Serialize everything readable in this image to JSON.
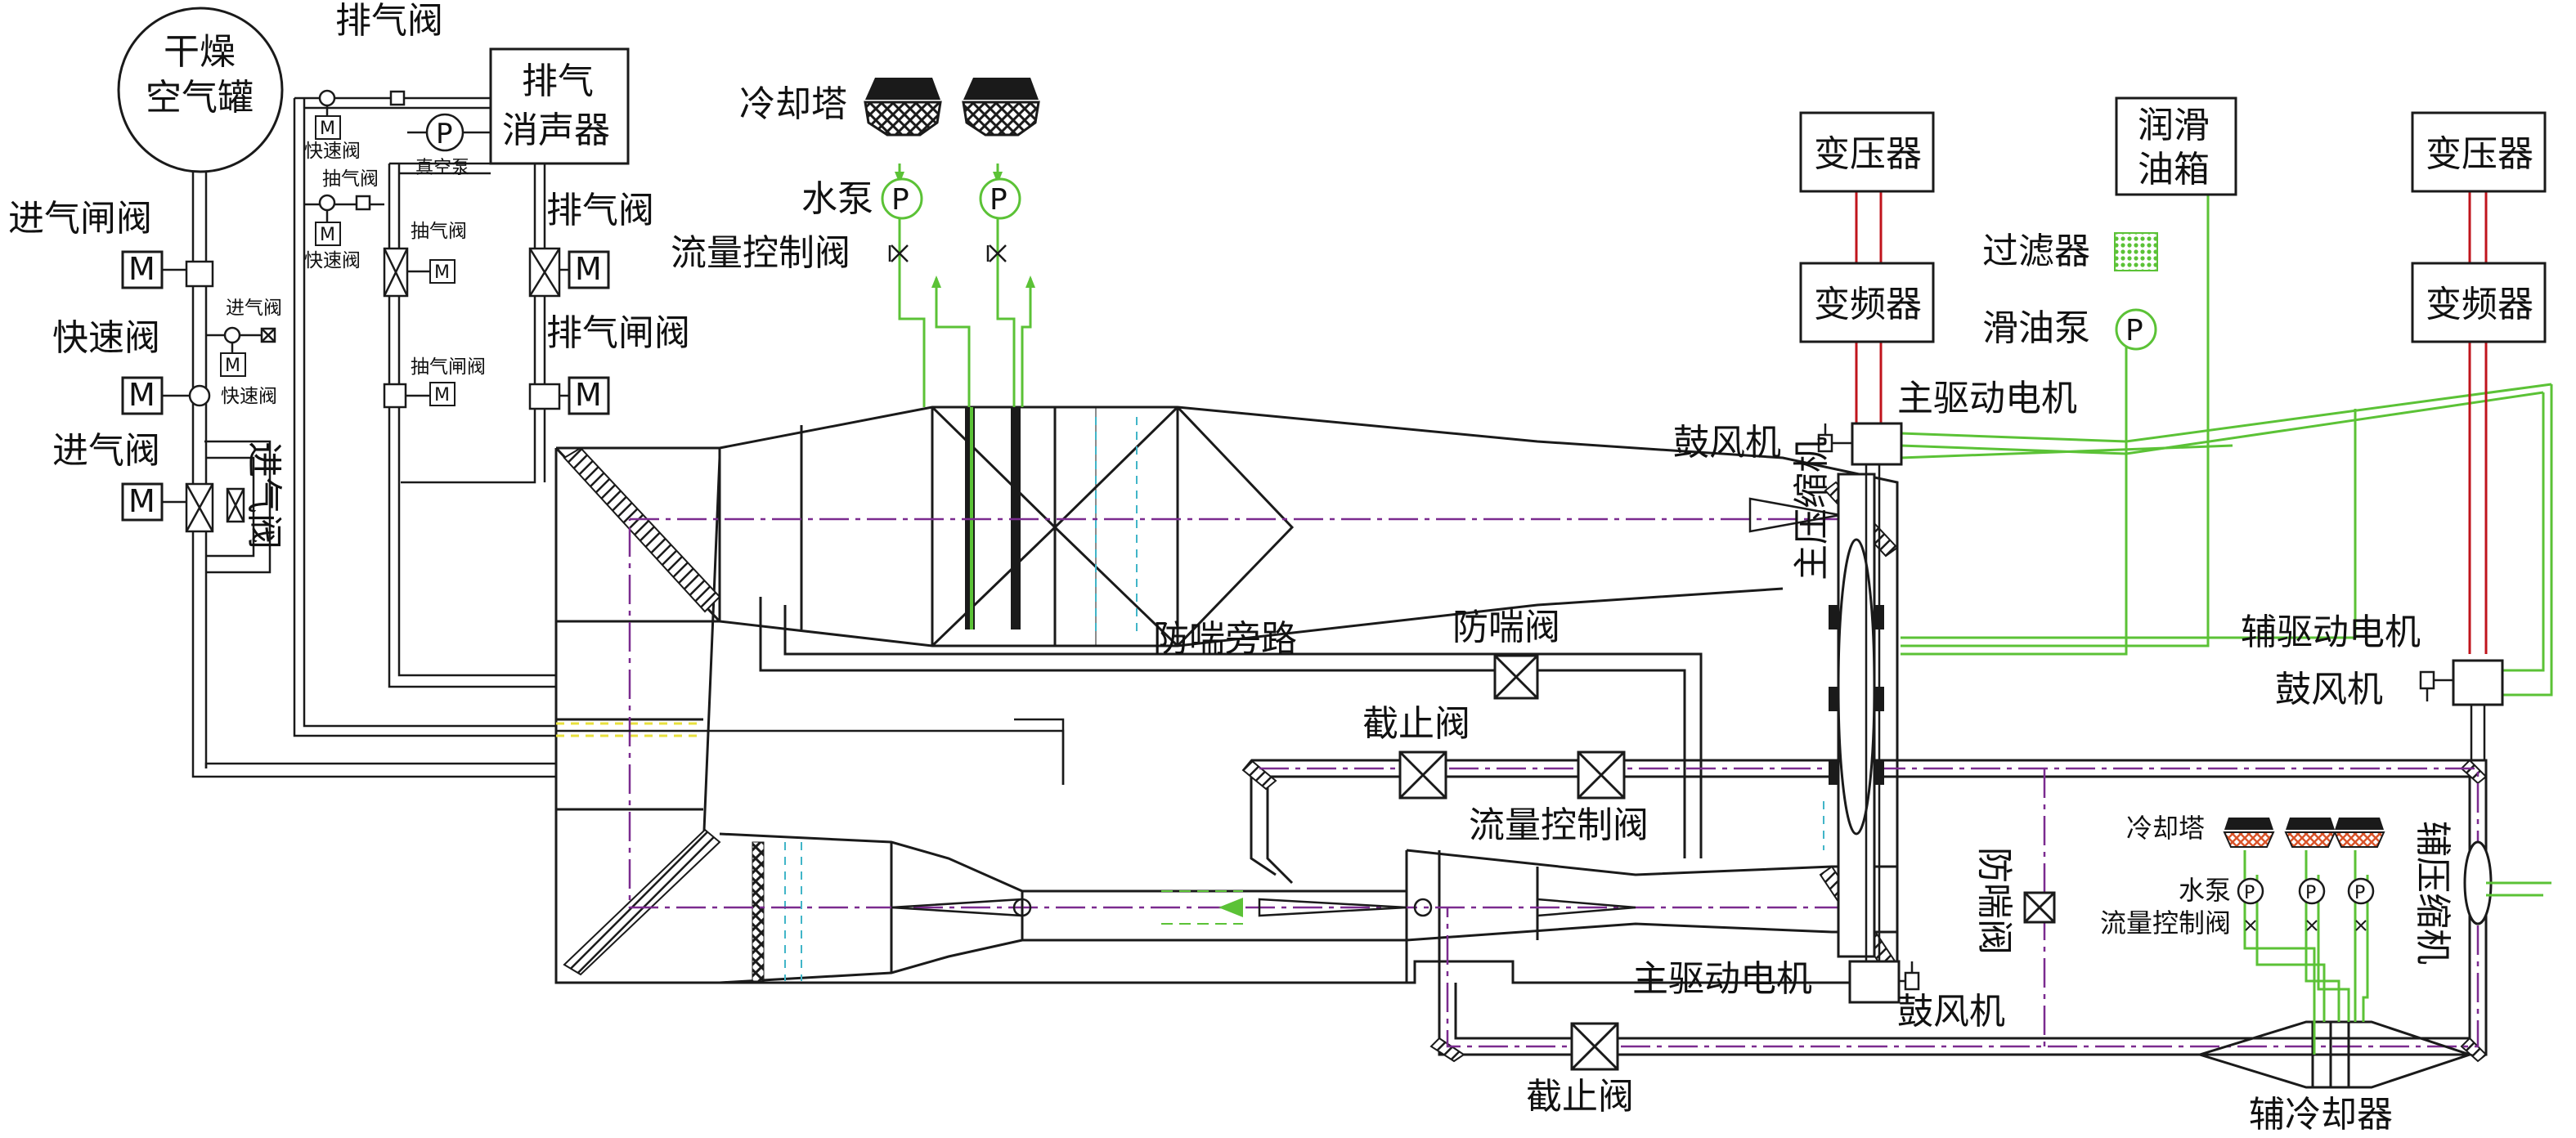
{
  "colors": {
    "line": "#1a1a1a",
    "water": "#5bc236",
    "power": "#c0141c",
    "centerline": "#7b2b8f",
    "screen": "#41b5c8",
    "hatch": "#1a1a1a",
    "yellow": "#e8e03c",
    "cooler_red": "#d9542a"
  },
  "components": {
    "dry_air_tank": [
      "干燥",
      "空气罐"
    ],
    "exhaust_silencer": [
      "排气",
      "消声器"
    ],
    "vacuum_pump": "真空泵",
    "transformer_left": "变压器",
    "inverter_left": "变频器",
    "lube_oil_tank": [
      "润滑",
      "油箱"
    ],
    "transformer_right": "变压器",
    "inverter_right": "变频器",
    "pump_symbol": "P",
    "motor_symbol": "M"
  },
  "labels": {
    "exhaust_valve_top": "排气阀",
    "intake_gate_valve": "进气闸阀",
    "quick_valve": "快速阀",
    "intake_valve": "进气阀",
    "intake_valve_vertical": "进气阀",
    "small_quick_valve_1": "快速阀",
    "small_extract_valve": "抽气阀",
    "small_quick_valve_2": "快速阀",
    "small_extract_valve_2": "抽气阀",
    "small_extract_gate_valve": "抽气闸阀",
    "small_intake_valve": "进气阀",
    "small_quick_valve_3": "快速阀",
    "exhaust_valve_right": "排气阀",
    "exhaust_gate_valve": "排气闸阀",
    "cooling_tower_main": "冷却塔",
    "water_pump_main": "水泵",
    "flow_control_valve_main": "流量控制阀",
    "filter": "过滤器",
    "oil_pump": "滑油泵",
    "main_drive_motor_top": "主驱动电机",
    "blower_top": "鼓风机",
    "anti_surge_bypass": "防喘旁路",
    "anti_surge_valve_top": "防喘阀",
    "main_compressor": "主压缩机",
    "aux_drive_motor": "辅驱动电机",
    "blower_aux": "鼓风机",
    "shutoff_valve_top": "截止阀",
    "flow_control_valve_center": "流量控制阀",
    "anti_surge_valve_vertical": "防喘阀",
    "cooling_tower_aux": "冷却塔",
    "water_pump_aux": "水泵",
    "flow_control_valve_aux": "流量控制阀",
    "aux_compressor": "辅压缩机",
    "main_drive_motor_bottom": "主驱动电机",
    "blower_bottom": "鼓风机",
    "shutoff_valve_bottom": "截止阀",
    "aux_cooler": "辅冷却器"
  }
}
